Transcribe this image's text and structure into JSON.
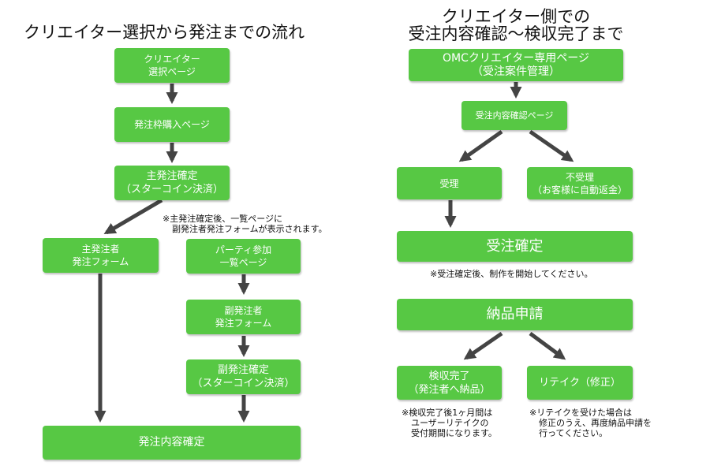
{
  "left": {
    "title": "クリエイター選択から発注までの流れ",
    "box_creator_select": [
      "クリエイター",
      "選択ページ"
    ],
    "box_purchase_slot": "発注枠購入ページ",
    "box_main_confirm": [
      "主発注確定",
      "（スターコイン決済）"
    ],
    "note_after_main": [
      "※主発注確定後、一覧ページに",
      "副発注者発注フォームが表示されます。"
    ],
    "box_main_form": [
      "主発注者",
      "発注フォーム"
    ],
    "box_party_list": [
      "パーティ参加",
      "一覧ページ"
    ],
    "box_sub_form": [
      "副発注者",
      "発注フォーム"
    ],
    "box_sub_confirm": [
      "副発注確定",
      "（スターコイン決済）"
    ],
    "box_order_final": "発注内容確定"
  },
  "right": {
    "title": [
      "クリエイター側での",
      "受注内容確認～検収完了まで"
    ],
    "box_omc_page": [
      "OMCクリエイター専用ページ",
      "（受注案件管理）"
    ],
    "box_order_check": "受注内容確認ページ",
    "box_accept": "受理",
    "box_reject": [
      "不受理",
      "（お客様に自動返金）"
    ],
    "box_order_confirm": "受注確定",
    "note_after_confirm": "※受注確定後、制作を開始してください。",
    "box_delivery_request": "納品申請",
    "box_inspection_done": [
      "検収完了",
      "（発注者へ納品）"
    ],
    "box_retake": "リテイク（修正）",
    "note_inspection": [
      "※検収完了後1ヶ月間は",
      "ユーザーリテイクの",
      "受付期間になります。"
    ],
    "note_retake": [
      "※リテイクを受けた場合は",
      "修正のうえ、再度納品申請を",
      "行ってください。"
    ]
  },
  "colors": {
    "box_green": "#57c844",
    "arrow": "#444444",
    "text": "#111111"
  }
}
